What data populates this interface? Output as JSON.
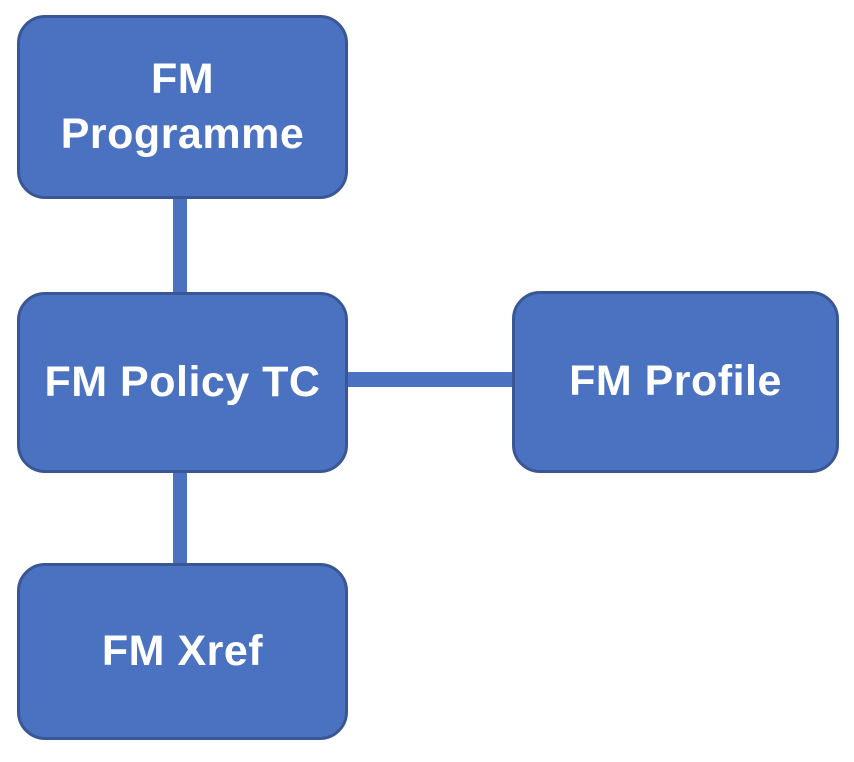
{
  "diagram": {
    "type": "flowchart",
    "background_color": "#ffffff",
    "node_fill_color": "#4A72C0",
    "node_border_color": "#3A5795",
    "node_text_color": "#ffffff",
    "connector_color": "#4A72C0",
    "nodes": [
      {
        "id": "fm-programme",
        "label": "FM\nProgramme"
      },
      {
        "id": "fm-policy-tc",
        "label": "FM Policy TC"
      },
      {
        "id": "fm-profile",
        "label": "FM Profile"
      },
      {
        "id": "fm-xref",
        "label": "FM Xref"
      }
    ],
    "edges": [
      {
        "from": "fm-programme",
        "to": "fm-policy-tc",
        "orientation": "vertical"
      },
      {
        "from": "fm-policy-tc",
        "to": "fm-profile",
        "orientation": "horizontal"
      },
      {
        "from": "fm-policy-tc",
        "to": "fm-xref",
        "orientation": "vertical"
      }
    ]
  }
}
